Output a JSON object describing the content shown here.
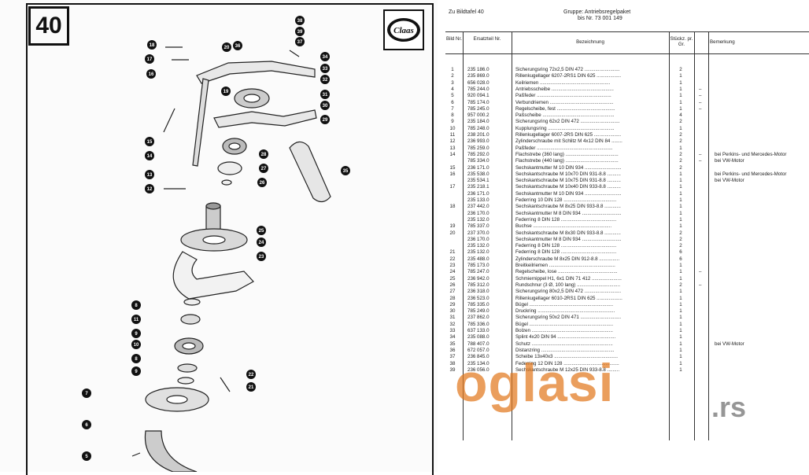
{
  "plate_number": "40",
  "logo_text": "Claas",
  "header": {
    "left": "Zu Bildtafel 40",
    "group_line1": "Gruppe: Antriebsregelpaket",
    "group_line2": "bis Nr. 73 001 149"
  },
  "columns": {
    "bild": "Bild Nr.",
    "ersatzteil": "Ersatzteil Nr.",
    "bezeichnung": "Bezeichnung",
    "stueck": "Stückz. pr. Gr.",
    "bemerkung": "Bemerkung"
  },
  "rows": [
    {
      "bild": "1",
      "nr": "235 186.0",
      "bez": "Sicherungsring 72x2,5  DIN 472 ..........................",
      "st": "2",
      "dash": "",
      "bem": ""
    },
    {
      "bild": "2",
      "nr": "235 869.0",
      "bez": "Rillenkugellager 6207-2RS1  DIN 625 ..................",
      "st": "1",
      "dash": "",
      "bem": ""
    },
    {
      "bild": "3",
      "nr": "656 028.0",
      "bez": "Keilriemen ....................................................",
      "st": "1",
      "dash": "",
      "bem": ""
    },
    {
      "bild": "4",
      "nr": "785 244.0",
      "bez": "Antriebsscheibe ..............................................",
      "st": "1",
      "dash": "–",
      "bem": ""
    },
    {
      "bild": "5",
      "nr": "920 094.1",
      "bez": "Paßfeder .......................................................",
      "st": "1",
      "dash": "–",
      "bem": ""
    },
    {
      "bild": "6",
      "nr": "785 174.0",
      "bez": "Verbundriemen ...............................................",
      "st": "1",
      "dash": "–",
      "bem": ""
    },
    {
      "bild": "7",
      "nr": "785 245.0",
      "bez": "Regelscheibe, fest ...........................................",
      "st": "1",
      "dash": "–",
      "bem": ""
    },
    {
      "bild": "8",
      "nr": "957 000.2",
      "bez": "Paßscheibe .....................................................",
      "st": "4",
      "dash": "",
      "bem": ""
    },
    {
      "bild": "9",
      "nr": "235 184.0",
      "bez": "Sicherungsring 62x2  DIN 472 .............................",
      "st": "2",
      "dash": "",
      "bem": ""
    },
    {
      "bild": "10",
      "nr": "785 248.0",
      "bez": "Kupplungsring .................................................",
      "st": "1",
      "dash": "",
      "bem": ""
    },
    {
      "bild": "11",
      "nr": "238 201.0",
      "bez": "Rillenkugellager 6007-2RS  DIN 625 ....................",
      "st": "2",
      "dash": "",
      "bem": ""
    },
    {
      "bild": "12",
      "nr": "236 993.0",
      "bez": "Zylinderschraube mit Schlitz M 4x12  DIN 84 ........",
      "st": "2",
      "dash": "",
      "bem": ""
    },
    {
      "bild": "13",
      "nr": "785 259.0",
      "bez": "Paßfeder ........................................................",
      "st": "1",
      "dash": "",
      "bem": ""
    },
    {
      "bild": "14",
      "nr": "785 292.0",
      "bez": "Flachstrebe (360 lang) .......................................",
      "st": "2",
      "dash": "–",
      "bem": "bei Perkins- und Mercedes-Motor"
    },
    {
      "bild": "",
      "nr": "785 334.0",
      "bez": "Flachstrebe (440 lang) .......................................",
      "st": "2",
      "dash": "–",
      "bem": "bei VW-Motor"
    },
    {
      "bild": "15",
      "nr": "236 171.0",
      "bez": "Sechskantmutter M 10  DIN 934 ...........................",
      "st": "2",
      "dash": "",
      "bem": ""
    },
    {
      "bild": "16",
      "nr": "235 538.0",
      "bez": "Sechskantschraube M 10x70  DIN 931-8.8 ..........",
      "st": "1",
      "dash": "",
      "bem": "bei Perkins- und Mercedes-Motor"
    },
    {
      "bild": "",
      "nr": "235 534.1",
      "bez": "Sechskantschraube M 10x75  DIN 931-8.8 ..........",
      "st": "1",
      "dash": "",
      "bem": "bei VW-Motor"
    },
    {
      "bild": "17",
      "nr": "235 218.1",
      "bez": "Sechskantschraube M 10x40  DIN 933-8.8 ..........",
      "st": "1",
      "dash": "",
      "bem": ""
    },
    {
      "bild": "",
      "nr": "236 171.0",
      "bez": "Sechskantmutter M 10  DIN 934 ...........................",
      "st": "1",
      "dash": "",
      "bem": ""
    },
    {
      "bild": "",
      "nr": "235 133.0",
      "bez": "Federring 10  DIN 128 .......................................",
      "st": "1",
      "dash": "",
      "bem": ""
    },
    {
      "bild": "18",
      "nr": "237 442.0",
      "bez": "Sechskantschraube M 8x25  DIN 933-8.8 ............",
      "st": "1",
      "dash": "",
      "bem": ""
    },
    {
      "bild": "",
      "nr": "236 170.0",
      "bez": "Sechskantmutter M 8  DIN 934 .............................",
      "st": "1",
      "dash": "",
      "bem": ""
    },
    {
      "bild": "",
      "nr": "235 132.0",
      "bez": "Federring 8  DIN 128 .........................................",
      "st": "1",
      "dash": "",
      "bem": ""
    },
    {
      "bild": "19",
      "nr": "785 337.0",
      "bez": "Buchse ..........................................................",
      "st": "1",
      "dash": "",
      "bem": ""
    },
    {
      "bild": "20",
      "nr": "237 370.0",
      "bez": "Sechskantschraube M 8x30  DIN 933-8.8 ............",
      "st": "2",
      "dash": "",
      "bem": ""
    },
    {
      "bild": "",
      "nr": "236 170.0",
      "bez": "Sechskantmutter M 8  DIN 934 .............................",
      "st": "2",
      "dash": "",
      "bem": ""
    },
    {
      "bild": "",
      "nr": "235 132.0",
      "bez": "Federring 8  DIN 128 .........................................",
      "st": "2",
      "dash": "",
      "bem": ""
    },
    {
      "bild": "21",
      "nr": "235 132.0",
      "bez": "Federring 8  DIN 128 .........................................",
      "st": "6",
      "dash": "",
      "bem": ""
    },
    {
      "bild": "22",
      "nr": "235 488.0",
      "bez": "Zylinderschraube M 8x25  DIN 912-8.8 ...............",
      "st": "6",
      "dash": "",
      "bem": ""
    },
    {
      "bild": "23",
      "nr": "785 173.0",
      "bez": "Breitkeilriemen .................................................",
      "st": "1",
      "dash": "",
      "bem": ""
    },
    {
      "bild": "24",
      "nr": "785 247.0",
      "bez": "Regelscheibe, lose ............................................",
      "st": "1",
      "dash": "–",
      "bem": ""
    },
    {
      "bild": "25",
      "nr": "236 942.0",
      "bez": "Schmiernippel H1, 6x1  DIN 71 412 ......................",
      "st": "1",
      "dash": "",
      "bem": ""
    },
    {
      "bild": "26",
      "nr": "785 312.0",
      "bez": "Rundschnur (3 Ø, 100 lang) ................................",
      "st": "2",
      "dash": "–",
      "bem": ""
    },
    {
      "bild": "27",
      "nr": "236 318.0",
      "bez": "Sicherungsring 80x2,5  DIN 472 ...........................",
      "st": "1",
      "dash": "",
      "bem": ""
    },
    {
      "bild": "28",
      "nr": "236 523.0",
      "bez": "Rillenkugellager 6010-2RS1  DIN 625 ...................",
      "st": "1",
      "dash": "",
      "bem": ""
    },
    {
      "bild": "29",
      "nr": "785 335.0",
      "bez": "Bügel ..............................................................",
      "st": "1",
      "dash": "",
      "bem": ""
    },
    {
      "bild": "30",
      "nr": "785 249.0",
      "bez": "Druckring .........................................................",
      "st": "1",
      "dash": "",
      "bem": ""
    },
    {
      "bild": "31",
      "nr": "237 862.0",
      "bez": "Sicherungsring 50x2  DIN 471 ..............................",
      "st": "1",
      "dash": "",
      "bem": ""
    },
    {
      "bild": "32",
      "nr": "785 336.0",
      "bez": "Bügel ..............................................................",
      "st": "1",
      "dash": "",
      "bem": ""
    },
    {
      "bild": "33",
      "nr": "637 133.0",
      "bez": "Bolzen ............................................................",
      "st": "1",
      "dash": "",
      "bem": ""
    },
    {
      "bild": "34",
      "nr": "235 088.0",
      "bez": "Splint 4x20  DIN 94 ...........................................",
      "st": "1",
      "dash": "",
      "bem": ""
    },
    {
      "bild": "35",
      "nr": "788 407.0",
      "bez": "Schutz ............................................................",
      "st": "1",
      "dash": "",
      "bem": "bei VW-Motor"
    },
    {
      "bild": "36",
      "nr": "672 057.0",
      "bez": "Distanzring ......................................................",
      "st": "1",
      "dash": "",
      "bem": ""
    },
    {
      "bild": "37",
      "nr": "236 845.0",
      "bez": "Scheibe 13x40x3 ...............................................",
      "st": "1",
      "dash": "",
      "bem": ""
    },
    {
      "bild": "38",
      "nr": "235 134.0",
      "bez": "Federring 12  DIN 128 .........................................",
      "st": "1",
      "dash": "",
      "bem": ""
    },
    {
      "bild": "39",
      "nr": "236 056.0",
      "bez": "Sechskantschraube M 12x25  DIN 933-8.8 .........",
      "st": "1",
      "dash": "",
      "bem": ""
    }
  ],
  "diagram_callouts": [
    "18",
    "17",
    "16",
    "15",
    "14",
    "13",
    "12",
    "20",
    "36",
    "38",
    "39",
    "37",
    "33",
    "32",
    "34",
    "19",
    "31",
    "30",
    "29",
    "28",
    "27",
    "26",
    "25",
    "24",
    "23",
    "35",
    "8",
    "11",
    "9",
    "10",
    "8",
    "9",
    "22",
    "21",
    "7",
    "6",
    "5"
  ],
  "watermark": {
    "main": "oglasi",
    "suffix": ".rs"
  }
}
